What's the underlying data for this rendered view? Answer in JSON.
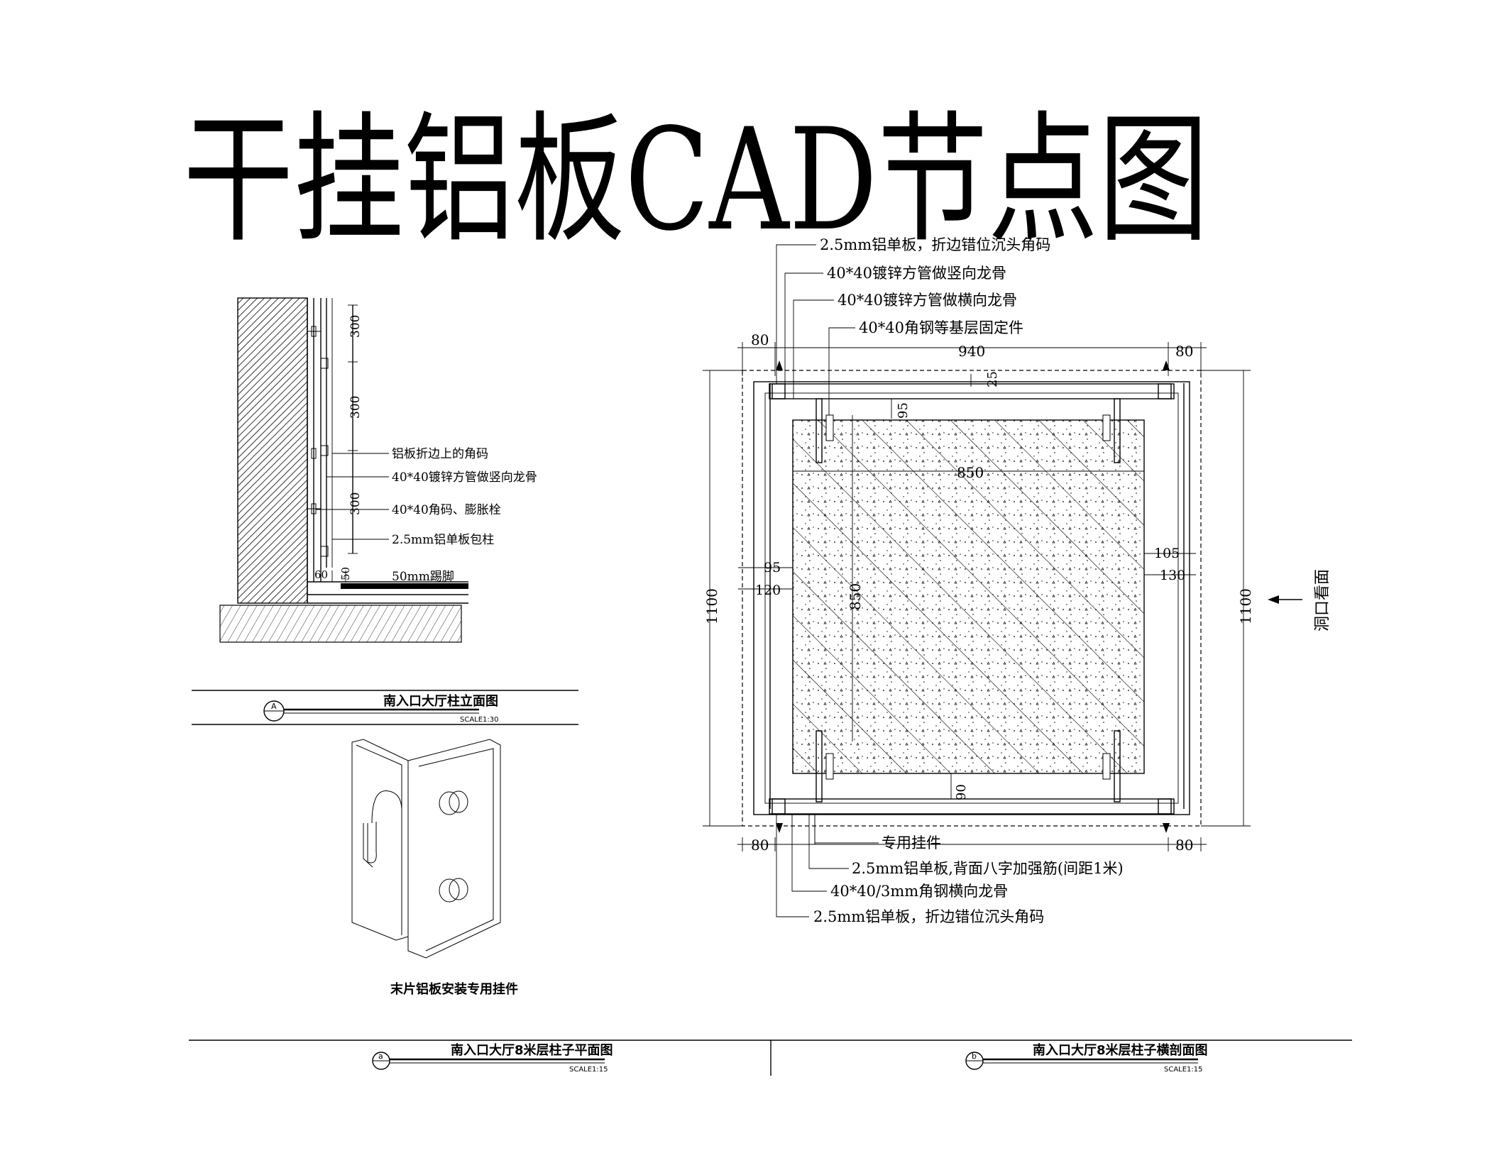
{
  "title": "干挂铝板CAD节点图",
  "elevation": {
    "dims": [
      "300",
      "300",
      "300",
      "60",
      "50"
    ],
    "labels": [
      "铝板折边上的角码",
      "40*40镀锌方管做竖向龙骨",
      "40*40角码、膨胀栓",
      "2.5mm铝单板包柱",
      "50mm踢脚"
    ],
    "title_block": {
      "symbol": "A",
      "name": "南入口大厅柱立面图",
      "scale": "SCALE1:30"
    }
  },
  "hanger": {
    "caption": "末片铝板安装专用挂件"
  },
  "section": {
    "top_labels": [
      "2.5mm铝单板，折边错位沉头角码",
      "40*40镀锌方管做竖向龙骨",
      "40*40镀锌方管做横向龙骨",
      "40*40角钢等基层固定件"
    ],
    "bottom_labels": [
      "专用挂件",
      "2.5mm铝单板,背面八字加强筋(间距1米)",
      "40*40/3mm角钢横向龙骨",
      "2.5mm铝单板，折边错位沉头角码"
    ],
    "dims": {
      "top_left": "80",
      "top_mid": "940",
      "top_right": "80",
      "d25": "25",
      "d95_top": "95",
      "d850_h": "850",
      "d850_v": "850",
      "left_95": "95",
      "left_120": "120",
      "right_105": "105",
      "right_130": "130",
      "d90": "90",
      "left_1100": "1100",
      "right_1100": "1100",
      "bottom_left": "80",
      "bottom_right": "80"
    },
    "view_note": "洞口看面"
  },
  "title_blocks": [
    {
      "symbol": "a",
      "name": "南入口大厅8米层柱子平面图",
      "scale": "SCALE1:15"
    },
    {
      "symbol": "b",
      "name": "南入口大厅8米层柱子横剖面图",
      "scale": "SCALE1:15"
    }
  ]
}
